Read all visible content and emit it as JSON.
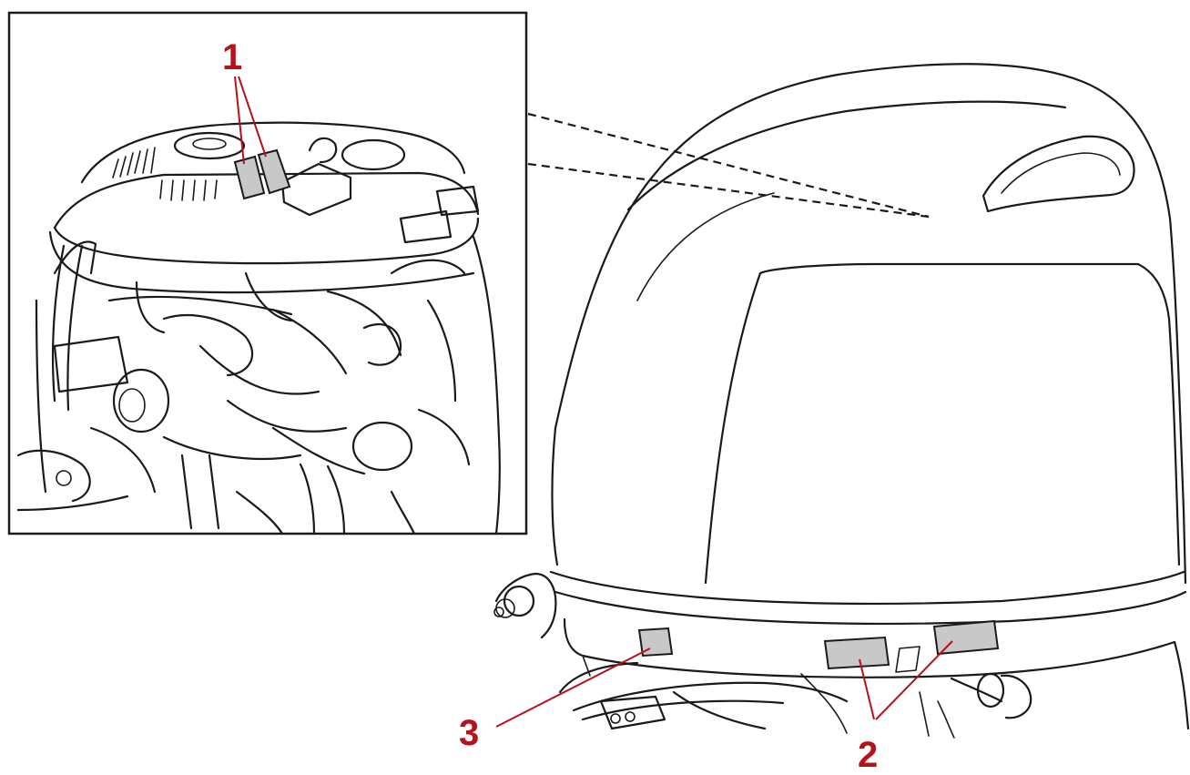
{
  "callouts": {
    "c1": "1",
    "c2": "2",
    "c3": "3"
  },
  "colors": {
    "callout": "#b5121b",
    "line": "#1a1a1a",
    "label_fill": "#c8c8c8",
    "background": "#ffffff"
  },
  "icons": {
    "inset_engine": "engine-detail-icon",
    "outboard_motor": "outboard-motor-icon"
  }
}
